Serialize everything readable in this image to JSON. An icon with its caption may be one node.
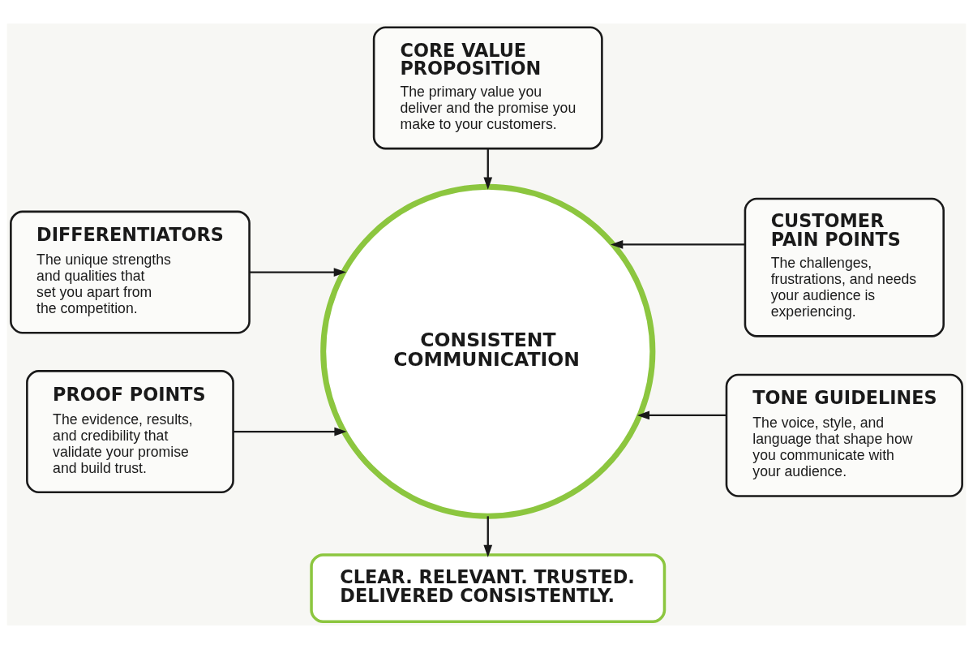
{
  "diagram": {
    "nodes": [
      {
        "text": [
          "CORE VALUE PROPOSITION",
          "The primary value you deliver and the promise you make to your customers."
        ]
      },
      {
        "text": [
          "DIFFERENTIATORS",
          "The unique strengths and qualities that set you apart from the competition."
        ]
      },
      {
        "text": [
          "CONSISTENT COMMUNICATION"
        ]
      },
      {
        "text": [
          "CUSTOMER PAIN POINTS",
          "The challenges, frustrations, and needs your audience is experiencing."
        ]
      },
      {
        "text": [
          "PROOF POINTS",
          "The evidence, results, and credibility that validate your promise and build trust."
        ]
      },
      {
        "text": [
          "TONE GUIDELINES",
          "The voice, style, and language that shape how you communicate with your audience."
        ]
      },
      {
        "text": [
          "CLEAR. RELEVANT. TRUSTED. DELIVERED CONSISTENTLY."
        ]
      }
    ],
    "edges": [
      {
        "from": 0,
        "to": 2,
        "arrow": "to"
      },
      {
        "from": 1,
        "to": 2,
        "arrow": "to"
      },
      {
        "from": 3,
        "to": 2,
        "arrow": "to"
      },
      {
        "from": 4,
        "to": 2,
        "arrow": "to"
      },
      {
        "from": 5,
        "to": 2,
        "arrow": "to"
      },
      {
        "from": 2,
        "to": 6,
        "arrow": "to"
      }
    ]
  }
}
